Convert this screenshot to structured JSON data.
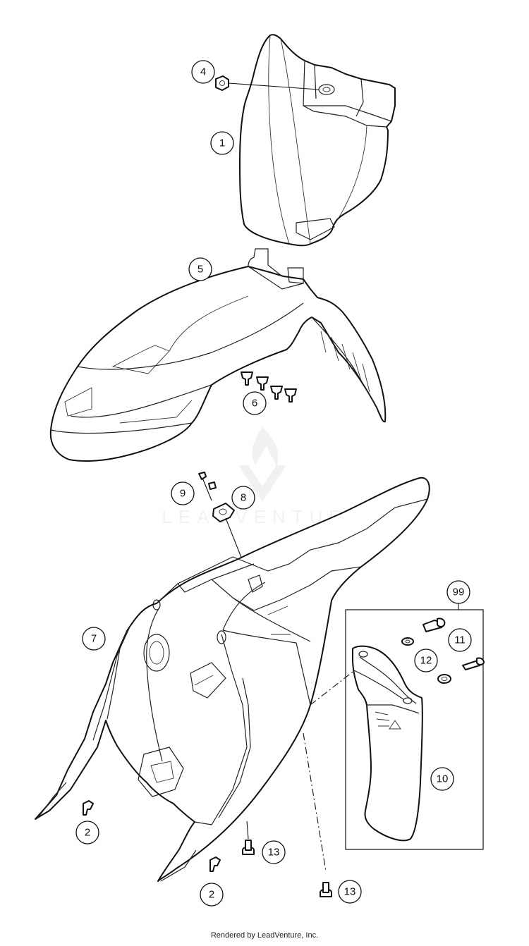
{
  "watermark": {
    "brand": "LEADVENTURE"
  },
  "callouts": [
    {
      "id": "c1",
      "label": "1"
    },
    {
      "id": "c4",
      "label": "4"
    },
    {
      "id": "c5",
      "label": "5"
    },
    {
      "id": "c6",
      "label": "6"
    },
    {
      "id": "c9",
      "label": "9"
    },
    {
      "id": "c8",
      "label": "8"
    },
    {
      "id": "c7",
      "label": "7"
    },
    {
      "id": "c99",
      "label": "99"
    },
    {
      "id": "c11",
      "label": "11"
    },
    {
      "id": "c12",
      "label": "12"
    },
    {
      "id": "c10",
      "label": "10"
    },
    {
      "id": "c2a",
      "label": "2"
    },
    {
      "id": "c13a",
      "label": "13"
    },
    {
      "id": "c2b",
      "label": "2"
    },
    {
      "id": "c13b",
      "label": "13"
    }
  ],
  "footer": {
    "text": "Rendered by LeadVenture, Inc."
  }
}
